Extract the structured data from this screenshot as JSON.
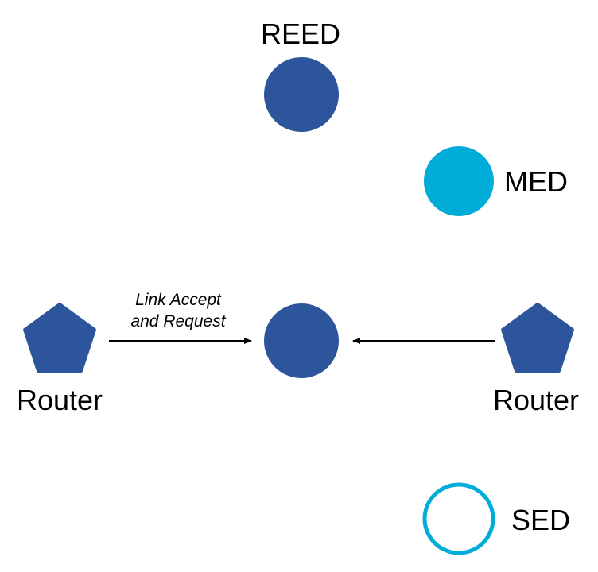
{
  "colors": {
    "dark_blue": "#2d559b",
    "light_blue": "#00acd8",
    "arrow": "#000000",
    "text": "#000000",
    "background": "#ffffff"
  },
  "nodes": {
    "reed": {
      "label": "REED"
    },
    "med": {
      "label": "MED"
    },
    "center": {
      "label": ""
    },
    "router_left": {
      "label": "Router"
    },
    "router_right": {
      "label": "Router"
    },
    "sed": {
      "label": "SED"
    }
  },
  "edges": {
    "left_to_center": {
      "label_line1": "Link Accept",
      "label_line2": "and Request"
    },
    "right_to_center": {
      "label_line1": "",
      "label_line2": ""
    }
  }
}
